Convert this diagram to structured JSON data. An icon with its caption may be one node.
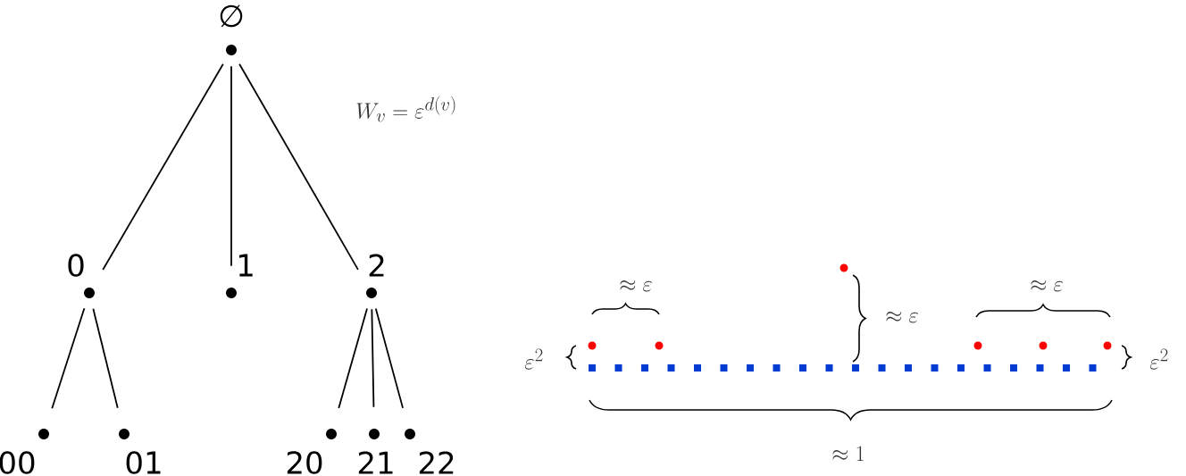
{
  "diagram": {
    "nodes": [
      {
        "text": [
          "∅"
        ]
      },
      {
        "text": [
          "0"
        ]
      },
      {
        "text": [
          "1"
        ]
      },
      {
        "text": [
          "2"
        ]
      },
      {
        "text": [
          "00"
        ]
      },
      {
        "text": [
          "01"
        ]
      },
      {
        "text": [
          "20"
        ]
      },
      {
        "text": [
          "21"
        ]
      },
      {
        "text": [
          "22"
        ]
      }
    ],
    "edges": [
      {
        "from": 0,
        "to": 1,
        "arrow": "none"
      },
      {
        "from": 0,
        "to": 2,
        "arrow": "none"
      },
      {
        "from": 0,
        "to": 3,
        "arrow": "none"
      },
      {
        "from": 1,
        "to": 4,
        "arrow": "none"
      },
      {
        "from": 1,
        "to": 5,
        "arrow": "none"
      },
      {
        "from": 3,
        "to": 6,
        "arrow": "none"
      },
      {
        "from": 3,
        "to": 7,
        "arrow": "none"
      },
      {
        "from": 3,
        "to": 8,
        "arrow": "none"
      }
    ],
    "labels": [
      "W_v=\\varepsilon^{d(v)}",
      "\\approx\\varepsilon",
      "\\approx\\varepsilon",
      "\\approx\\varepsilon",
      "\\varepsilon^2",
      "\\varepsilon^2",
      "\\approx 1"
    ]
  }
}
